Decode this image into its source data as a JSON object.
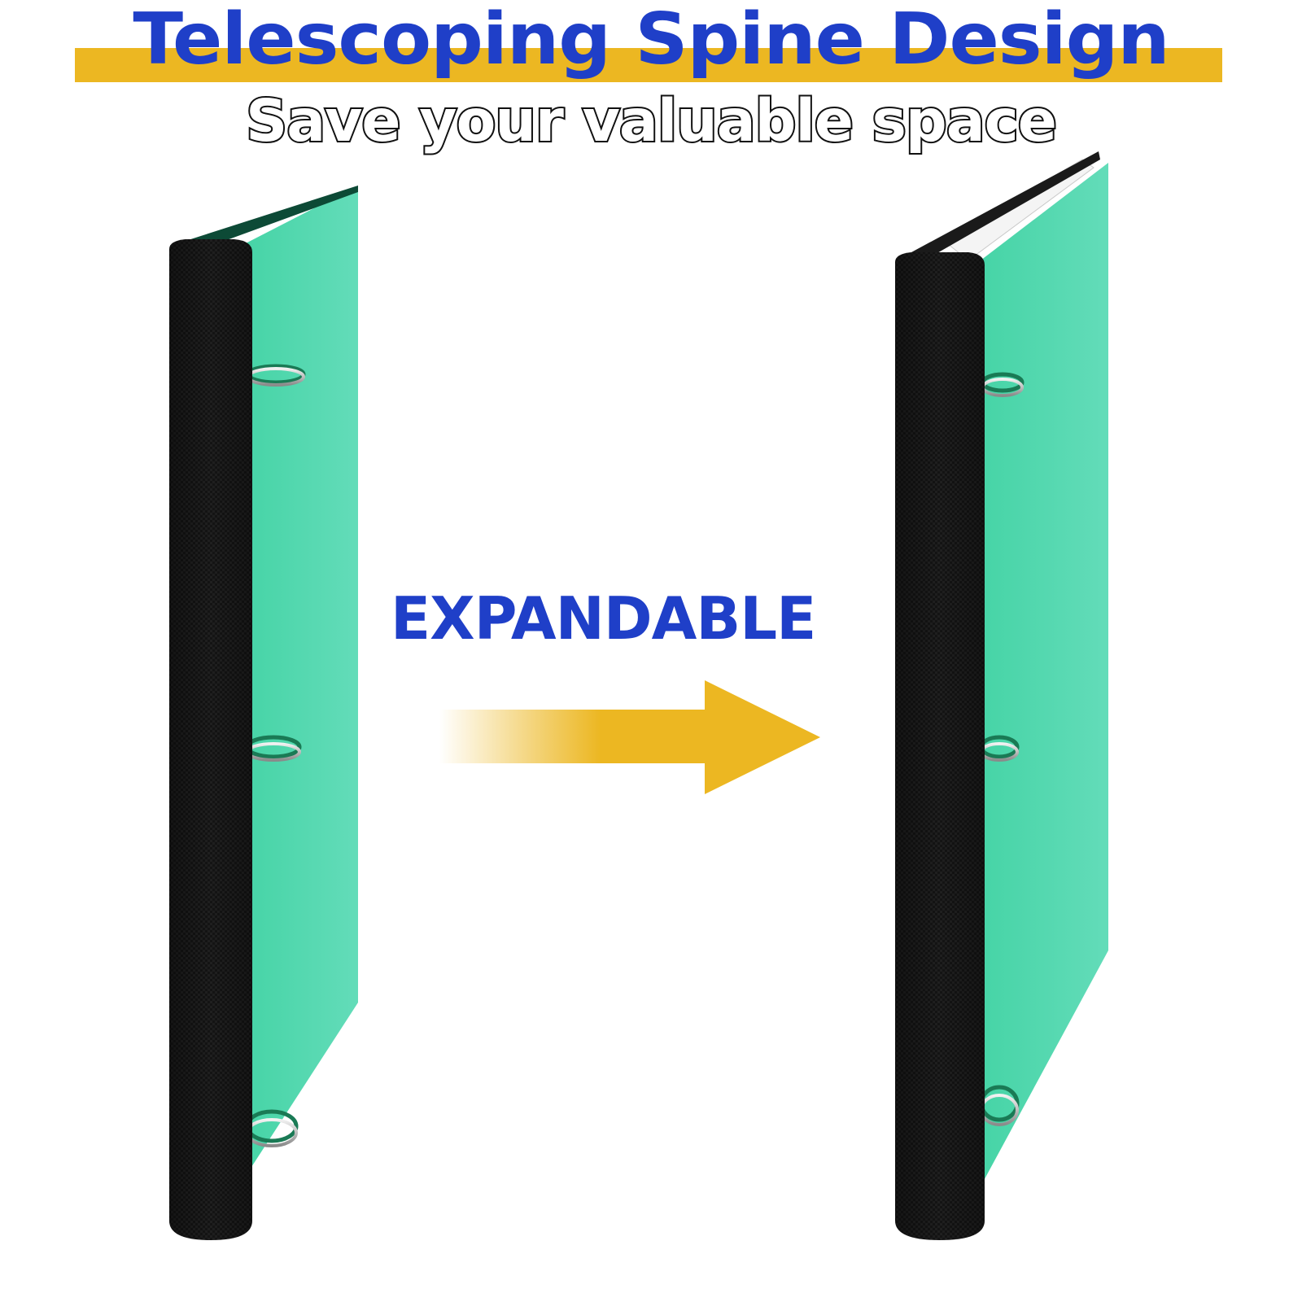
{
  "header": {
    "title": "Telescoping Spine Design",
    "subtitle": "Save your valuable space"
  },
  "middle": {
    "label": "EXPANDABLE"
  },
  "colors": {
    "title_blue": "#1f3fc8",
    "band_yellow": "#ecb722",
    "cover_green": "#4fd6ad",
    "spine_black": "#111111"
  },
  "icons": {
    "arrow": "arrow-right-icon"
  }
}
